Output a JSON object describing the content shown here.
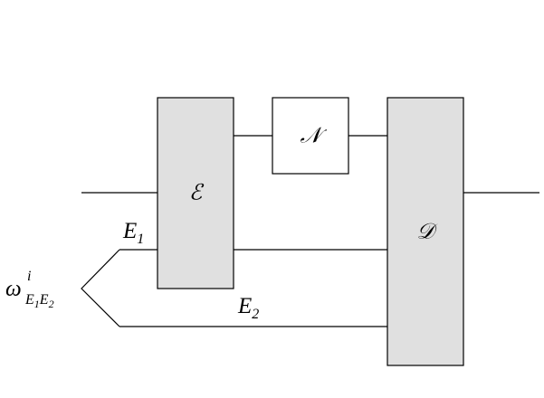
{
  "boxes": {
    "encoder": {
      "symbol": "ℰ"
    },
    "channel": {
      "symbol": "𝒩"
    },
    "decoder": {
      "symbol": "𝒟"
    }
  },
  "labels": {
    "e1": {
      "base": "E",
      "sub": "1"
    },
    "e2": {
      "base": "E",
      "sub": "2"
    },
    "omega": {
      "base": "ω",
      "sup": "i",
      "sub1_base": "E",
      "sub1_index": "1",
      "sub2_base": "E",
      "sub2_index": "2"
    }
  },
  "colors": {
    "shaded_fill": "#e0e0e0",
    "stroke": "#000000"
  }
}
